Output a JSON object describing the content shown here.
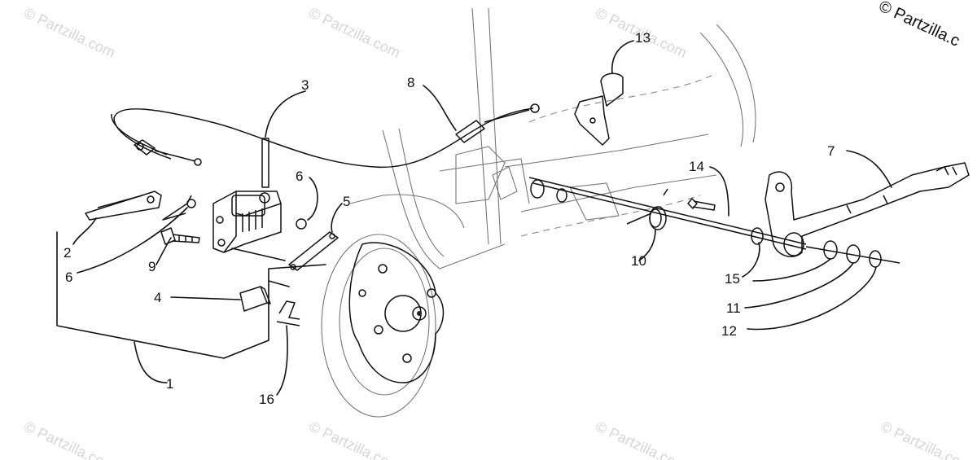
{
  "copyright": "© Partzilla.c",
  "watermark": "© Partzilla.com",
  "callouts": {
    "c1": "1",
    "c2": "2",
    "c3": "3",
    "c4": "4",
    "c5": "5",
    "c6a": "6",
    "c6b": "6",
    "c7": "7",
    "c8": "8",
    "c9": "9",
    "c10": "10",
    "c11": "11",
    "c12": "12",
    "c13": "13",
    "c14": "14",
    "c15": "15",
    "c16": "16"
  }
}
